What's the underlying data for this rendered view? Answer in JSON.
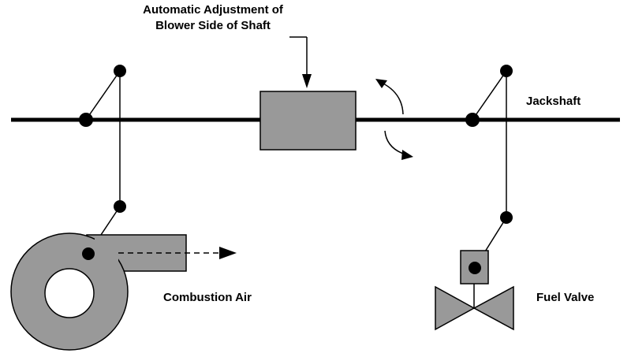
{
  "labels": {
    "title_line1": "Automatic Adjustment of",
    "title_line2": "Blower Side of Shaft",
    "jackshaft": "Jackshaft",
    "combustion_air": "Combustion Air",
    "fuel_valve": "Fuel Valve"
  },
  "colors": {
    "line": "#000000",
    "fill": "#999999",
    "background": "#ffffff"
  }
}
